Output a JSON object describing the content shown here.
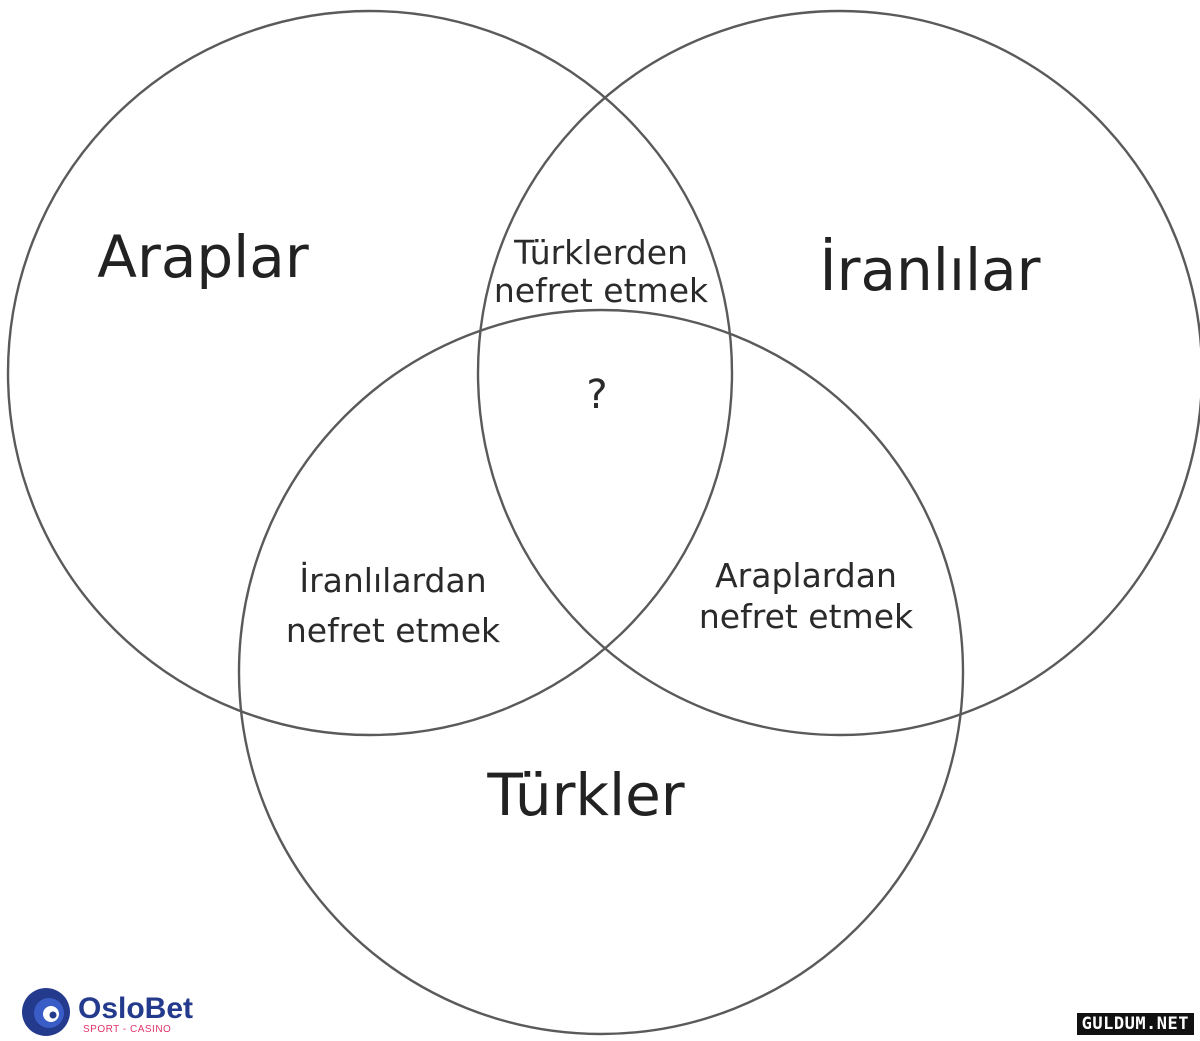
{
  "diagram": {
    "sets": {
      "araplar": "Araplar",
      "iranlilar": "İranlılar",
      "turkler": "Türkler"
    },
    "regions": {
      "araplar_iranlilar": [
        "Türklerden",
        "nefret etmek"
      ],
      "araplar_turkler": [
        "İranlılardan",
        "nefret etmek"
      ],
      "iranlilar_turkler": [
        "Araplardan",
        "nefret etmek"
      ],
      "center": "?"
    }
  },
  "logo": {
    "brand": "OsloBet",
    "tagline": "SPORT - CASINO",
    "colors": {
      "primary": "#243a8c",
      "accent": "#e0356b"
    }
  },
  "watermark": {
    "text": "GULDUM.NET"
  },
  "colors": {
    "background": "#ffffff",
    "stroke": "#5a5a5a",
    "text": "#222222"
  }
}
